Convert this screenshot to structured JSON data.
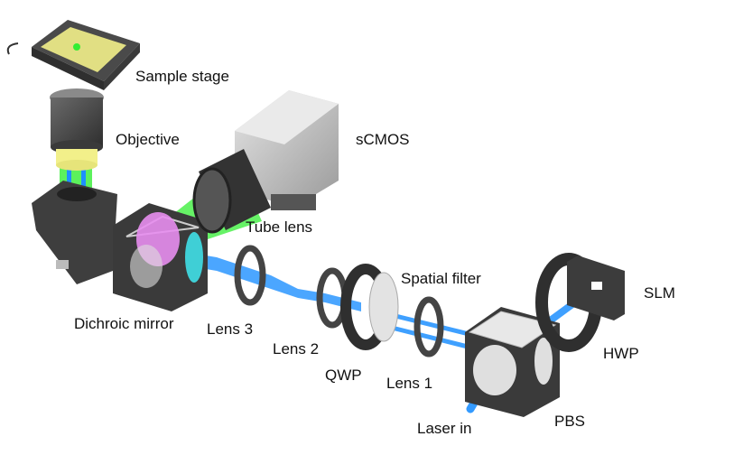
{
  "diagram": {
    "description": "Optical setup schematic: laser path through PBS, HWP, SLM, lenses, spatial filter, QWP, dichroic mirror, objective, sample stage, tube lens and sCMOS camera",
    "colors": {
      "laser_beam": "#1e90ff",
      "emission_beam": "#33ee33",
      "component_dark": "#4a4a4a",
      "component_light": "#bdbdbd",
      "sample_slide": "#f2f08a",
      "dichroic_filter_pink": "#e88ef0",
      "dichroic_filter_cyan": "#40e0e8"
    },
    "labels": {
      "sample_stage": "Sample stage",
      "objective": "Objective",
      "scmos": "sCMOS",
      "tube_lens": "Tube lens",
      "dichroic_mirror": "Dichroic mirror",
      "lens3": "Lens 3",
      "lens2": "Lens 2",
      "qwp": "QWP",
      "spatial_filter": "Spatial filter",
      "lens1": "Lens 1",
      "laser_in": "Laser in",
      "pbs": "PBS",
      "hwp": "HWP",
      "slm": "SLM"
    }
  }
}
